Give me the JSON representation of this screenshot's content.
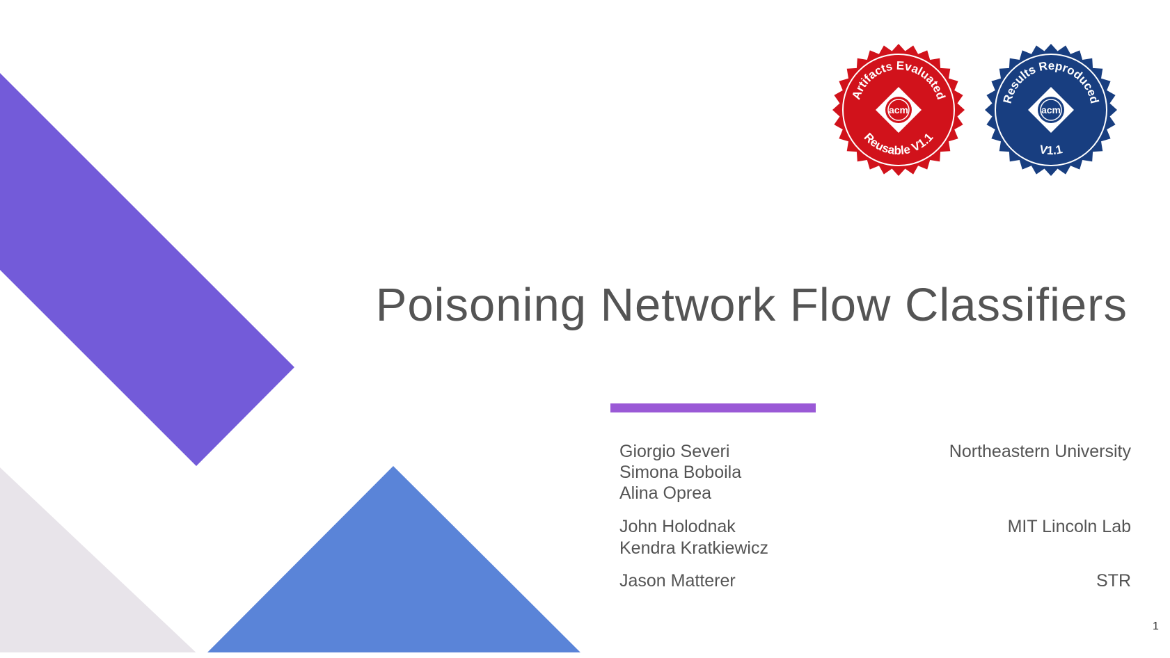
{
  "slide": {
    "title": "Poisoning Network Flow Classifiers",
    "page_number": "1",
    "colors": {
      "purple_band": "#735bd9",
      "blue_triangle": "#5a84d8",
      "gray_triangle": "#e8e4ea",
      "rule": "#9a59d6",
      "text": "#545454"
    }
  },
  "badges": {
    "artifacts": {
      "top_text": "Artifacts Evaluated",
      "bottom_text": "Reusable V1.1",
      "logo_text": "acm",
      "color": "#d1121b"
    },
    "results": {
      "top_text": "Results Reproduced",
      "bottom_text": "V1.1",
      "logo_text": "acm",
      "color": "#183e80"
    }
  },
  "groups": [
    {
      "authors": [
        "Giorgio Severi",
        "Simona Boboila",
        "Alina Oprea"
      ],
      "affiliation": "Northeastern University"
    },
    {
      "authors": [
        "John Holodnak",
        "Kendra Kratkiewicz"
      ],
      "affiliation": "MIT Lincoln Lab"
    },
    {
      "authors": [
        "Jason Matterer"
      ],
      "affiliation": "STR"
    }
  ]
}
